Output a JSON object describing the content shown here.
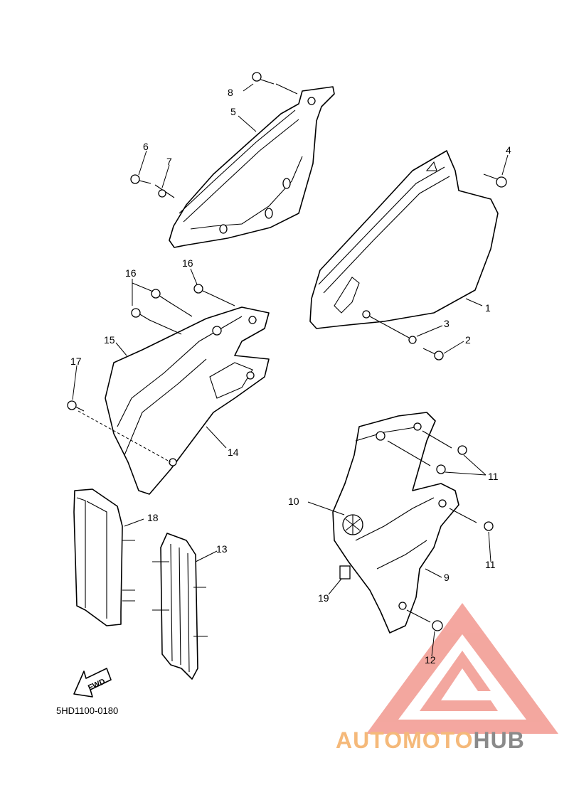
{
  "diagram_code": "5HD1100-0180",
  "fwd_label": "FWD",
  "callouts": [
    "1",
    "2",
    "3",
    "4",
    "5",
    "6",
    "7",
    "8",
    "9",
    "10",
    "11",
    "11",
    "12",
    "13",
    "14",
    "15",
    "16",
    "16",
    "17",
    "18",
    "19"
  ],
  "watermark": {
    "part1": "AUTOMOTO",
    "part2": "HUB"
  },
  "colors": {
    "watermark_red": "#f08a80",
    "watermark_orange": "#f5b97a",
    "watermark_gray": "#8a8a8a"
  }
}
